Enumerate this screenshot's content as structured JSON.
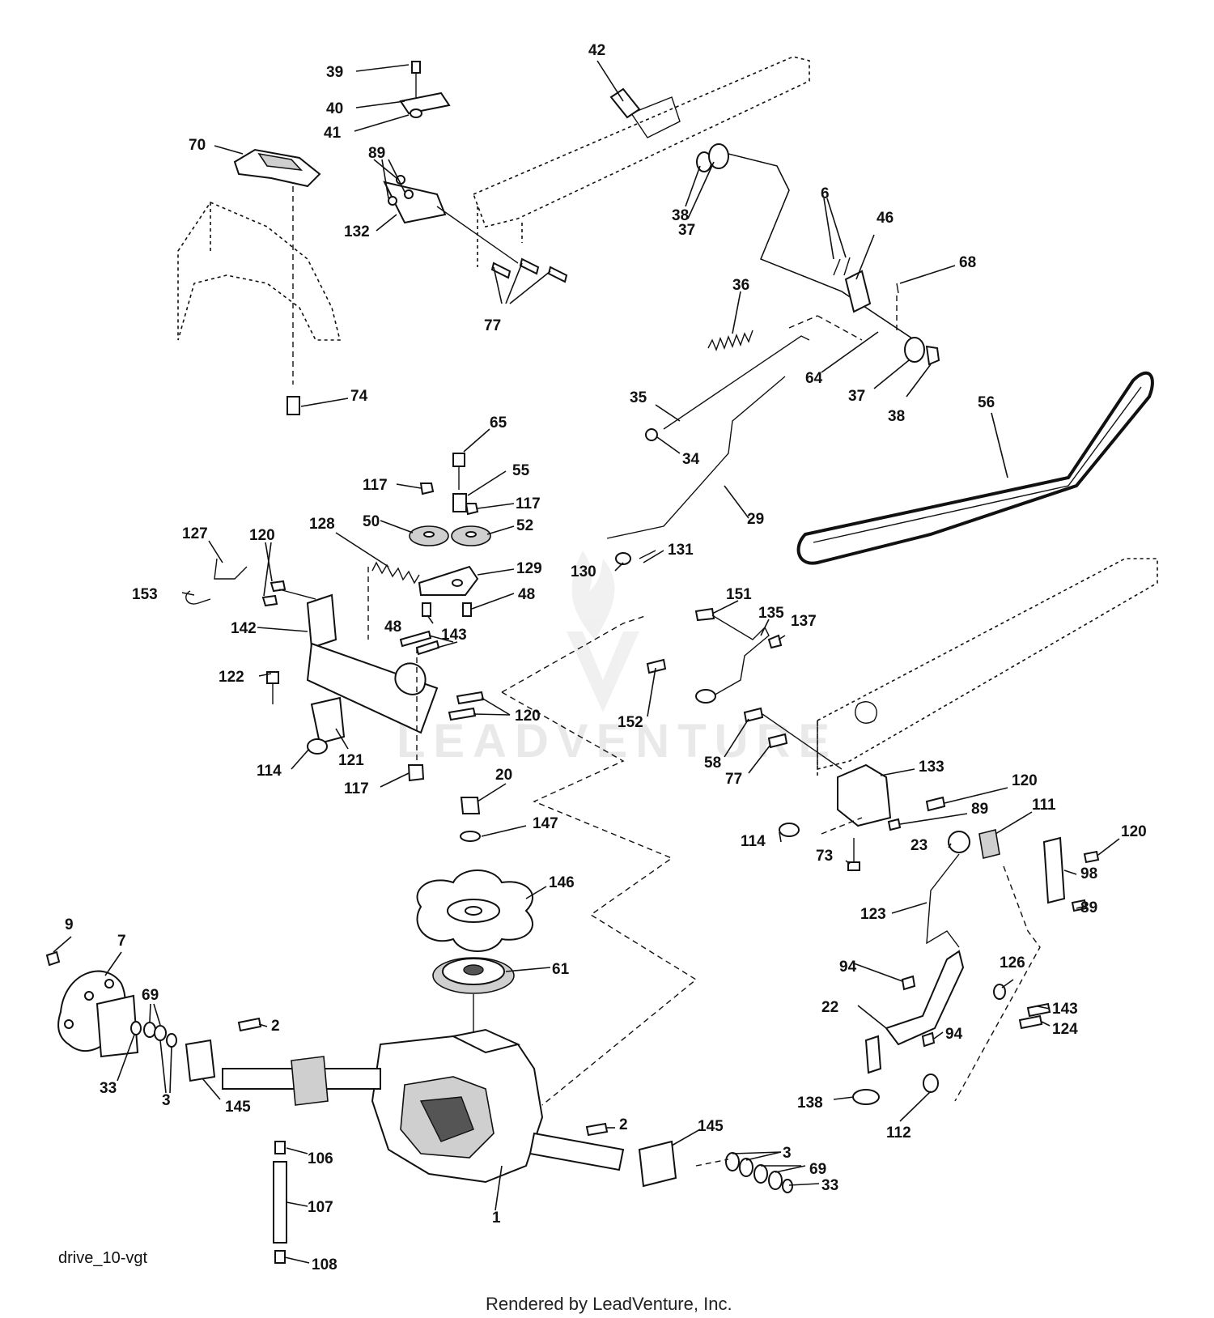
{
  "diagram": {
    "id_label": "drive_10-vgt",
    "footer": "Rendered by LeadVenture, Inc.",
    "watermark": "LEADVENTURE",
    "line_color": "#111111",
    "background": "#ffffff"
  },
  "callouts": [
    {
      "label": "39"
    },
    {
      "label": "40"
    },
    {
      "label": "41"
    },
    {
      "label": "42"
    },
    {
      "label": "70"
    },
    {
      "label": "89"
    },
    {
      "label": "132"
    },
    {
      "label": "77"
    },
    {
      "label": "38"
    },
    {
      "label": "37"
    },
    {
      "label": "6"
    },
    {
      "label": "46"
    },
    {
      "label": "68"
    },
    {
      "label": "36"
    },
    {
      "label": "64"
    },
    {
      "label": "37"
    },
    {
      "label": "38"
    },
    {
      "label": "74"
    },
    {
      "label": "35"
    },
    {
      "label": "34"
    },
    {
      "label": "56"
    },
    {
      "label": "65"
    },
    {
      "label": "55"
    },
    {
      "label": "117"
    },
    {
      "label": "117"
    },
    {
      "label": "50"
    },
    {
      "label": "52"
    },
    {
      "label": "29"
    },
    {
      "label": "127"
    },
    {
      "label": "120"
    },
    {
      "label": "128"
    },
    {
      "label": "129"
    },
    {
      "label": "153"
    },
    {
      "label": "48"
    },
    {
      "label": "48"
    },
    {
      "label": "130"
    },
    {
      "label": "131"
    },
    {
      "label": "142"
    },
    {
      "label": "143"
    },
    {
      "label": "151"
    },
    {
      "label": "135"
    },
    {
      "label": "137"
    },
    {
      "label": "122"
    },
    {
      "label": "120"
    },
    {
      "label": "152"
    },
    {
      "label": "114"
    },
    {
      "label": "121"
    },
    {
      "label": "117"
    },
    {
      "label": "58"
    },
    {
      "label": "77"
    },
    {
      "label": "133"
    },
    {
      "label": "120"
    },
    {
      "label": "20"
    },
    {
      "label": "89"
    },
    {
      "label": "111"
    },
    {
      "label": "147"
    },
    {
      "label": "114"
    },
    {
      "label": "23"
    },
    {
      "label": "120"
    },
    {
      "label": "73"
    },
    {
      "label": "98"
    },
    {
      "label": "146"
    },
    {
      "label": "123"
    },
    {
      "label": "89"
    },
    {
      "label": "9"
    },
    {
      "label": "7"
    },
    {
      "label": "94"
    },
    {
      "label": "126"
    },
    {
      "label": "61"
    },
    {
      "label": "69"
    },
    {
      "label": "143"
    },
    {
      "label": "22"
    },
    {
      "label": "124"
    },
    {
      "label": "2"
    },
    {
      "label": "94"
    },
    {
      "label": "33"
    },
    {
      "label": "3"
    },
    {
      "label": "145"
    },
    {
      "label": "138"
    },
    {
      "label": "112"
    },
    {
      "label": "2"
    },
    {
      "label": "145"
    },
    {
      "label": "106"
    },
    {
      "label": "3"
    },
    {
      "label": "69"
    },
    {
      "label": "33"
    },
    {
      "label": "107"
    },
    {
      "label": "1"
    },
    {
      "label": "108"
    }
  ]
}
